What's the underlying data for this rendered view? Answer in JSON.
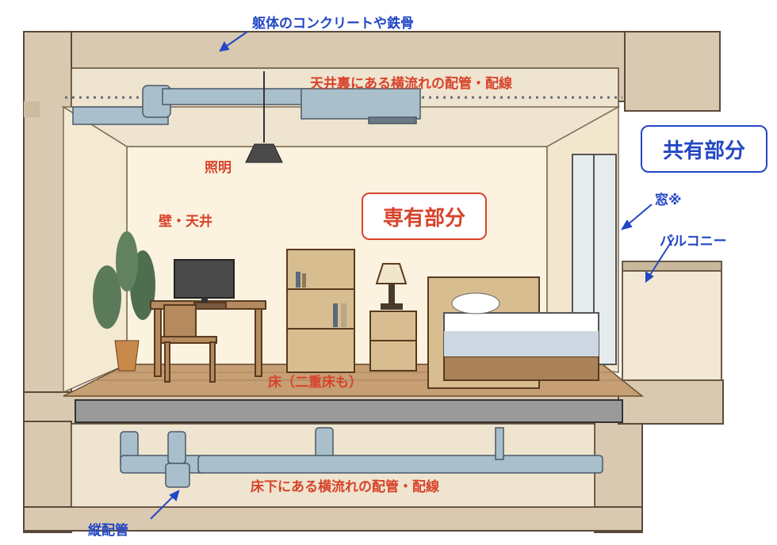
{
  "labels": {
    "structure": "躯体のコンクリートや鉄骨",
    "ceiling_pipes": "天井裏にある横流れの配管・配線",
    "lighting": "照明",
    "walls_ceiling": "壁・天井",
    "exclusive_area": "専有部分",
    "common_area": "共有部分",
    "window": "窓※",
    "balcony": "バルコニー",
    "floor": "床（二重床も）",
    "floor_pipes": "床下にある横流れの配管・配線",
    "vertical_pipe": "縦配管"
  },
  "colors": {
    "label_red": "#d8432b",
    "label_blue": "#2347c4",
    "concrete": "#d8c9b0",
    "room_wall": "#fbf3df",
    "floor_wood": "#c69f74",
    "pipe": "#a9bfcc"
  }
}
